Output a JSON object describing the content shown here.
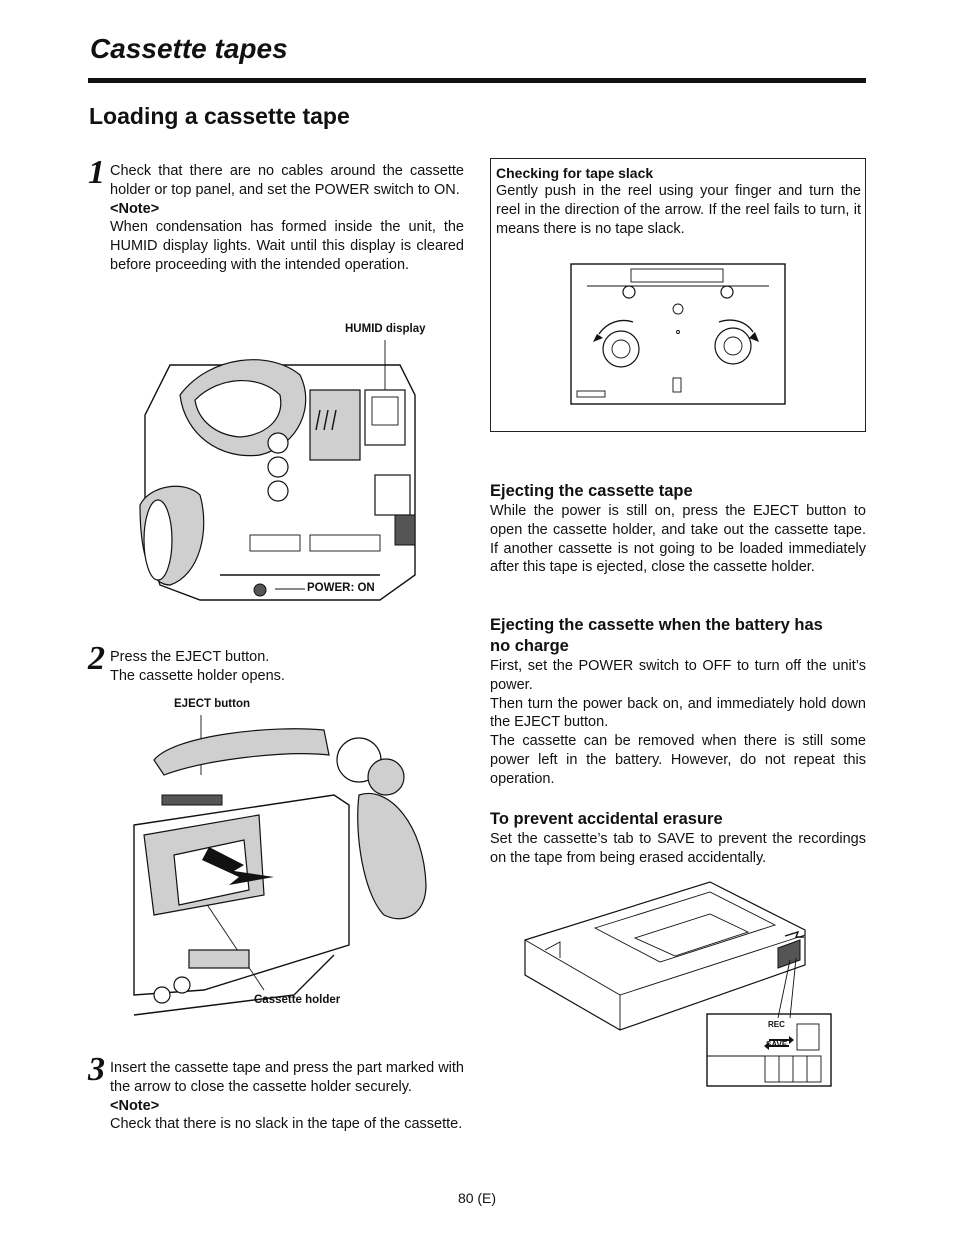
{
  "header": {
    "section_title": "Cassette tapes",
    "page_heading": "Loading a cassette tape"
  },
  "steps": [
    {
      "number": "1",
      "text": "Check that there are no cables around the cassette holder or top panel, and set the POWER switch to ON.",
      "note_label": "<Note>",
      "note_text": "When condensation has formed inside the unit, the HUMID display lights.  Wait until this display is cleared before proceeding with the intended operation.",
      "callouts": [
        "HUMID display",
        "POWER: ON"
      ]
    },
    {
      "number": "2",
      "line1": "Press the EJECT button.",
      "line2": "The cassette holder opens.",
      "callouts": [
        "EJECT button",
        "Cassette holder"
      ]
    },
    {
      "number": "3",
      "text": "Insert the cassette tape and press the part marked with the arrow to close the cassette holder securely.",
      "note_label": "<Note>",
      "note_text": "Check that there is no slack in the tape of the cassette."
    }
  ],
  "slack_box": {
    "title": "Checking for tape slack",
    "text": "Gently push in the reel using your finger and turn the reel in the direction of the arrow.  If the reel fails to turn, it means there is no tape slack."
  },
  "sections": [
    {
      "heading": "Ejecting the cassette tape",
      "paragraphs": [
        "While the power is still on, press the EJECT button to open the cassette holder, and take out the cassette tape.  If another cassette is not going to be loaded immediately after this tape is ejected, close the cassette holder."
      ]
    },
    {
      "heading": "Ejecting the cassette when the battery has no charge",
      "paragraphs": [
        "First, set the POWER switch to OFF to turn off the unit’s power.",
        "Then turn the power back on, and immediately hold down the EJECT button.",
        "The cassette can be removed when there is still some power left in the battery.  However, do not repeat this operation."
      ]
    },
    {
      "heading": "To prevent accidental erasure",
      "paragraphs": [
        "Set the cassette’s tab to SAVE to prevent the recordings on the tape from being erased accidentally."
      ]
    }
  ],
  "tab_labels": {
    "rec": "REC",
    "save": "SAVE"
  },
  "footer": {
    "page_number": "80 (E)"
  }
}
